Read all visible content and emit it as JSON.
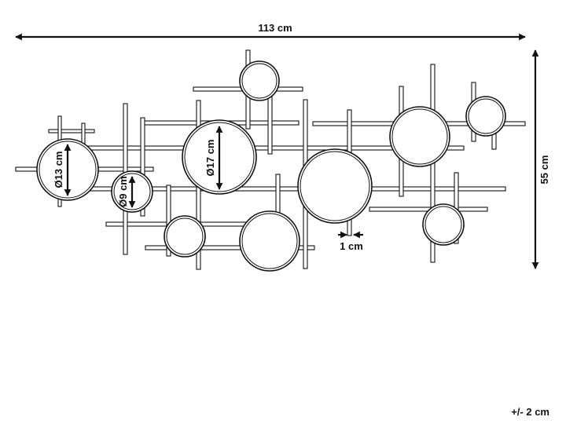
{
  "dimensions": {
    "width": "113 cm",
    "height": "55 cm",
    "large_mirror_diameter": "Ø17 cm",
    "medium_mirror_diameter": "Ø13 cm",
    "small_mirror_diameter": "Ø9 cm",
    "bar_thickness": "1 cm"
  },
  "tolerance": "+/- 2 cm",
  "colors": {
    "line": "#111111",
    "background": "#ffffff"
  }
}
